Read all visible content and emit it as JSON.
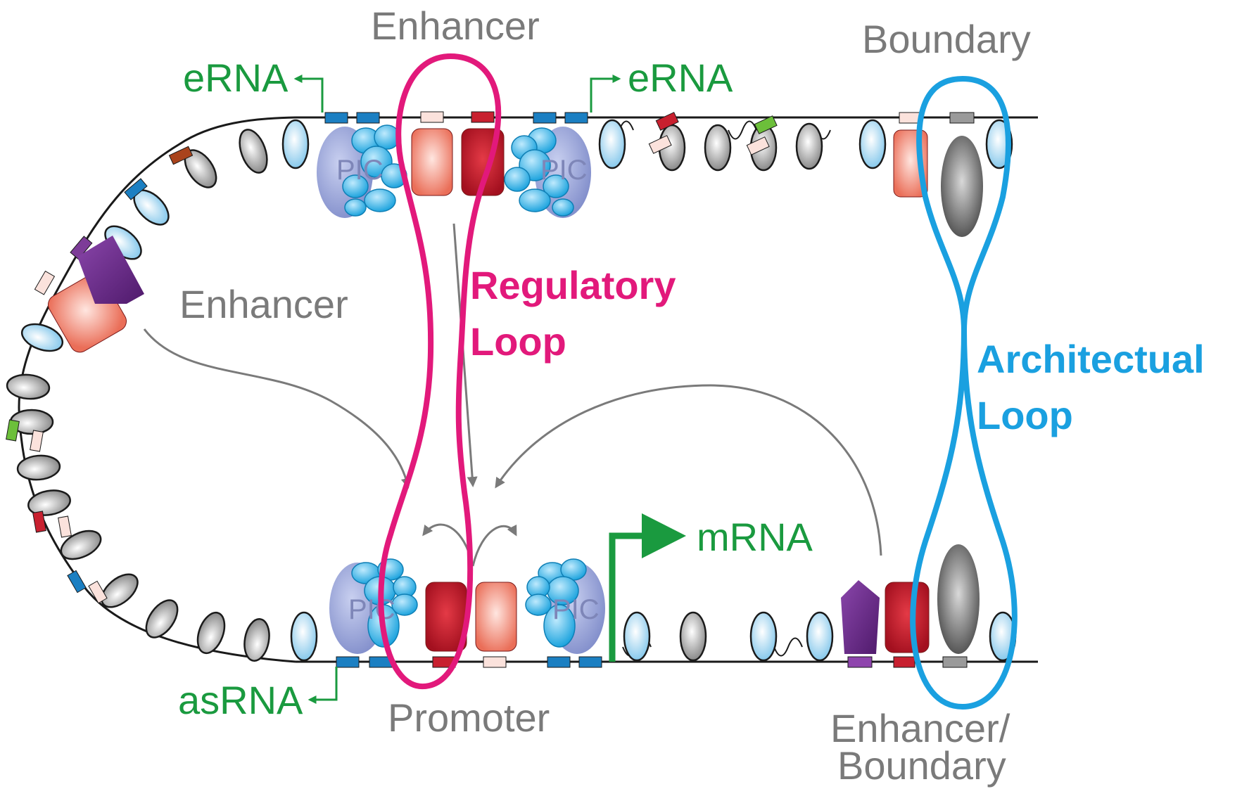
{
  "labels": {
    "enhancer_top": "Enhancer",
    "boundary_top": "Boundary",
    "erna_left": "eRNA",
    "erna_right": "eRNA",
    "enhancer_left": "Enhancer",
    "regulatory_loop_line1": "Regulatory",
    "regulatory_loop_line2": "Loop",
    "architectual_loop_line1": "Architectual",
    "architectual_loop_line2": "Loop",
    "mrna": "mRNA",
    "asrna": "asRNA",
    "promoter": "Promoter",
    "enhancer_boundary_line1": "Enhancer/",
    "enhancer_boundary_line2": "Boundary",
    "pic": "PIC"
  },
  "colors": {
    "regulatory_loop": "#e2197b",
    "architectural_loop": "#1aa0e0",
    "rna_arrow": "#1a9a3f",
    "label_gray": "#7a7a7a",
    "dna_line": "#1a1a1a",
    "pic_body": "#8e9bd4",
    "pic_subunits": "#27b4ea",
    "factor_light": "#f08a78",
    "factor_dark": "#b3192a",
    "architectural_protein": "#666666",
    "purple_factor": "#6b2a8c",
    "binding_site_blue": "#1b7fc2"
  }
}
